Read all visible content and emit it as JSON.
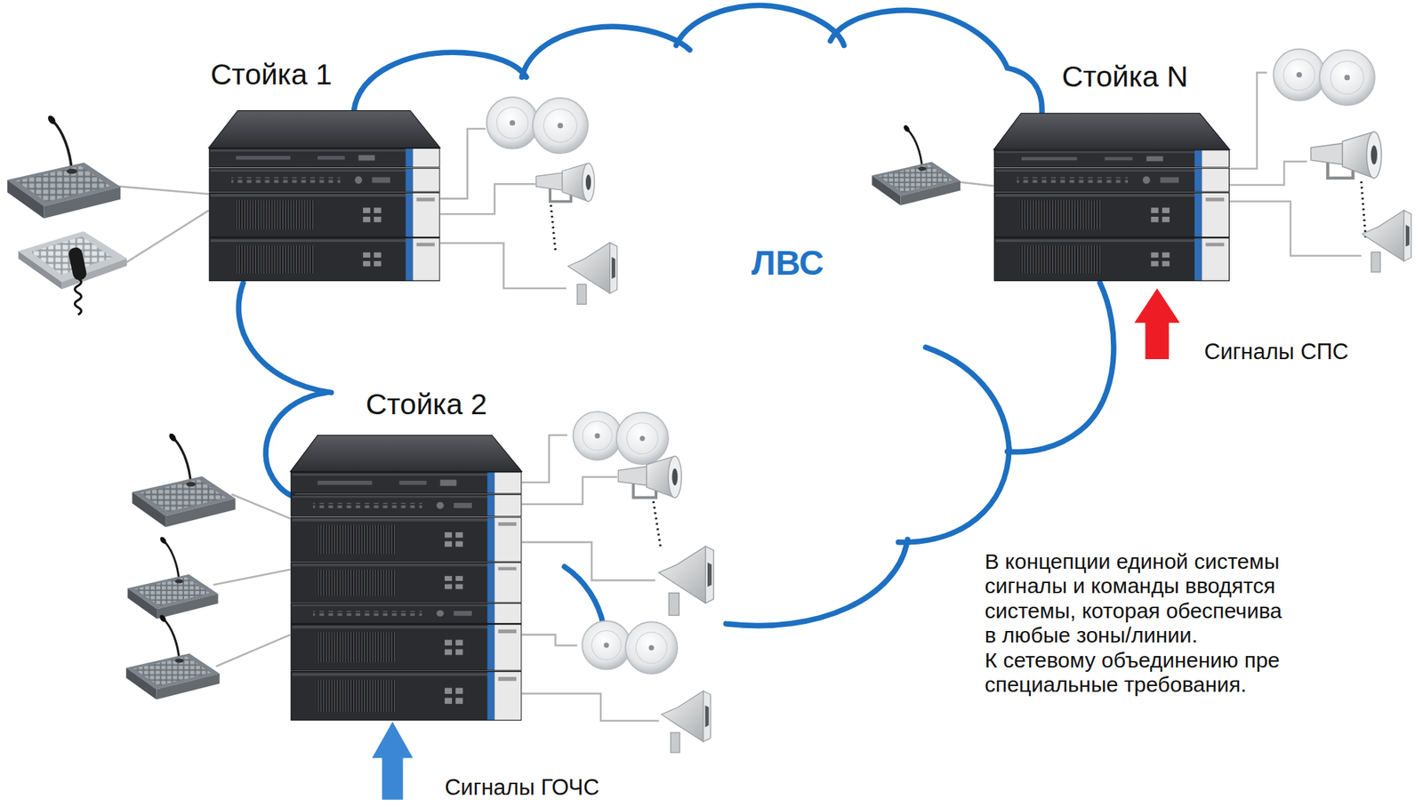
{
  "diagram": {
    "nodes": [
      {
        "text": [
          "Стойка 1"
        ]
      },
      {
        "text": [
          "Стойка N"
        ]
      },
      {
        "text": [
          "ЛВС"
        ]
      },
      {
        "text": [
          "Стойка 2"
        ]
      }
    ],
    "labels": [
      "Сигналы СПС",
      "Сигналы ГОЧС",
      "В концепции единой системы",
      "сигналы и команды вводятся",
      "системы, которая обеспечива",
      "в любые зоны/линии.",
      "К сетевому объединению пре",
      "специальные требования."
    ]
  }
}
